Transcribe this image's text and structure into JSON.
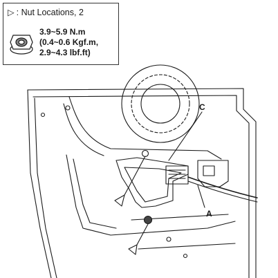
{
  "legend": {
    "marker_glyph": "▷",
    "title": ": Nut Locations, 2",
    "torque_lines": [
      "3.9~5.9 N.m",
      "(0.4~0.6 Kgf.m,",
      "2.9~4.3 lbf.ft)"
    ]
  },
  "callouts": {
    "a": "A",
    "c": "C"
  },
  "icons": {
    "nut": "flange-nut-icon",
    "marker": "triangle-marker-icon"
  },
  "colors": {
    "line": "#1a1a1a",
    "background": "#ffffff"
  }
}
